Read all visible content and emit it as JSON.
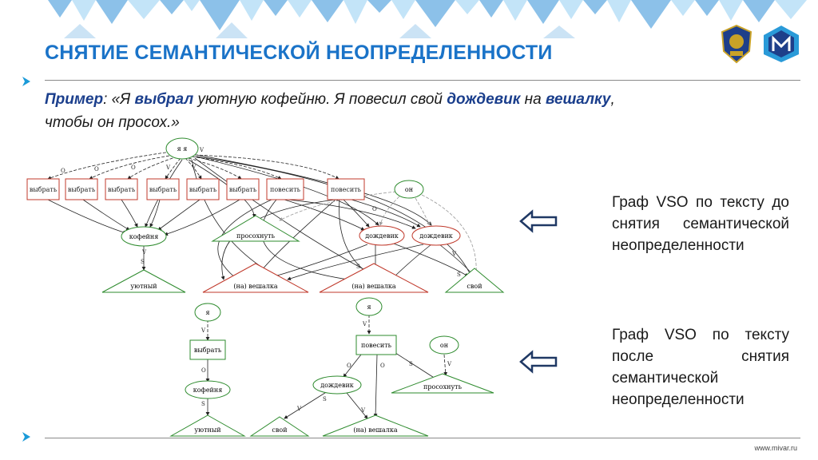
{
  "slide": {
    "title": "СНЯТИЕ СЕМАНТИЧЕСКОЙ НЕОПРЕДЕЛЕННОСТИ",
    "example_label": "Пример",
    "example_parts": [
      ": «Я ",
      "выбрал",
      " уютную кофейню. Я повесил свой ",
      "дождевик",
      " на ",
      "вешалку",
      ",",
      "чтобы он просох.»"
    ],
    "caption_before": "Граф VSO по тексту до снятия семантической неопределенности",
    "caption_after": "Граф VSO по тексту после снятия семантической неопределенности",
    "footer_url": "www.mivar.ru",
    "accent_color": "#1a73c8",
    "arrow_color": "#1f3864"
  },
  "graph_before": {
    "subject": "я я",
    "verbs": [
      "выбрать",
      "выбрать",
      "выбрать",
      "выбрать",
      "выбрать",
      "выбрать",
      "повесить",
      "повесить"
    ],
    "on": "он",
    "cafe": "кофейня",
    "raincoats": [
      "дождевик",
      "дождевик"
    ],
    "prosohnut": "просохнуть",
    "cozy": "уютный",
    "hangers": [
      "(на) вешалка",
      "(на) вешалка"
    ],
    "own": "свой",
    "edge_labels": [
      "О",
      "V",
      "S"
    ]
  },
  "graph_after": {
    "subject1": "я",
    "subject2": "я",
    "verb1": "выбрать",
    "verb2": "повесить",
    "on": "он",
    "cafe": "кофейня",
    "raincoat": "дождевик",
    "prosohnut": "просохнуть",
    "cozy": "уютный",
    "own": "свой",
    "hanger": "(на) вешалка",
    "edge_labels": [
      "О",
      "V",
      "S"
    ]
  },
  "icons": [
    "bullet-arrow-icon",
    "left-arrow-icon",
    "university-crest-icon",
    "mivar-logo-icon"
  ]
}
